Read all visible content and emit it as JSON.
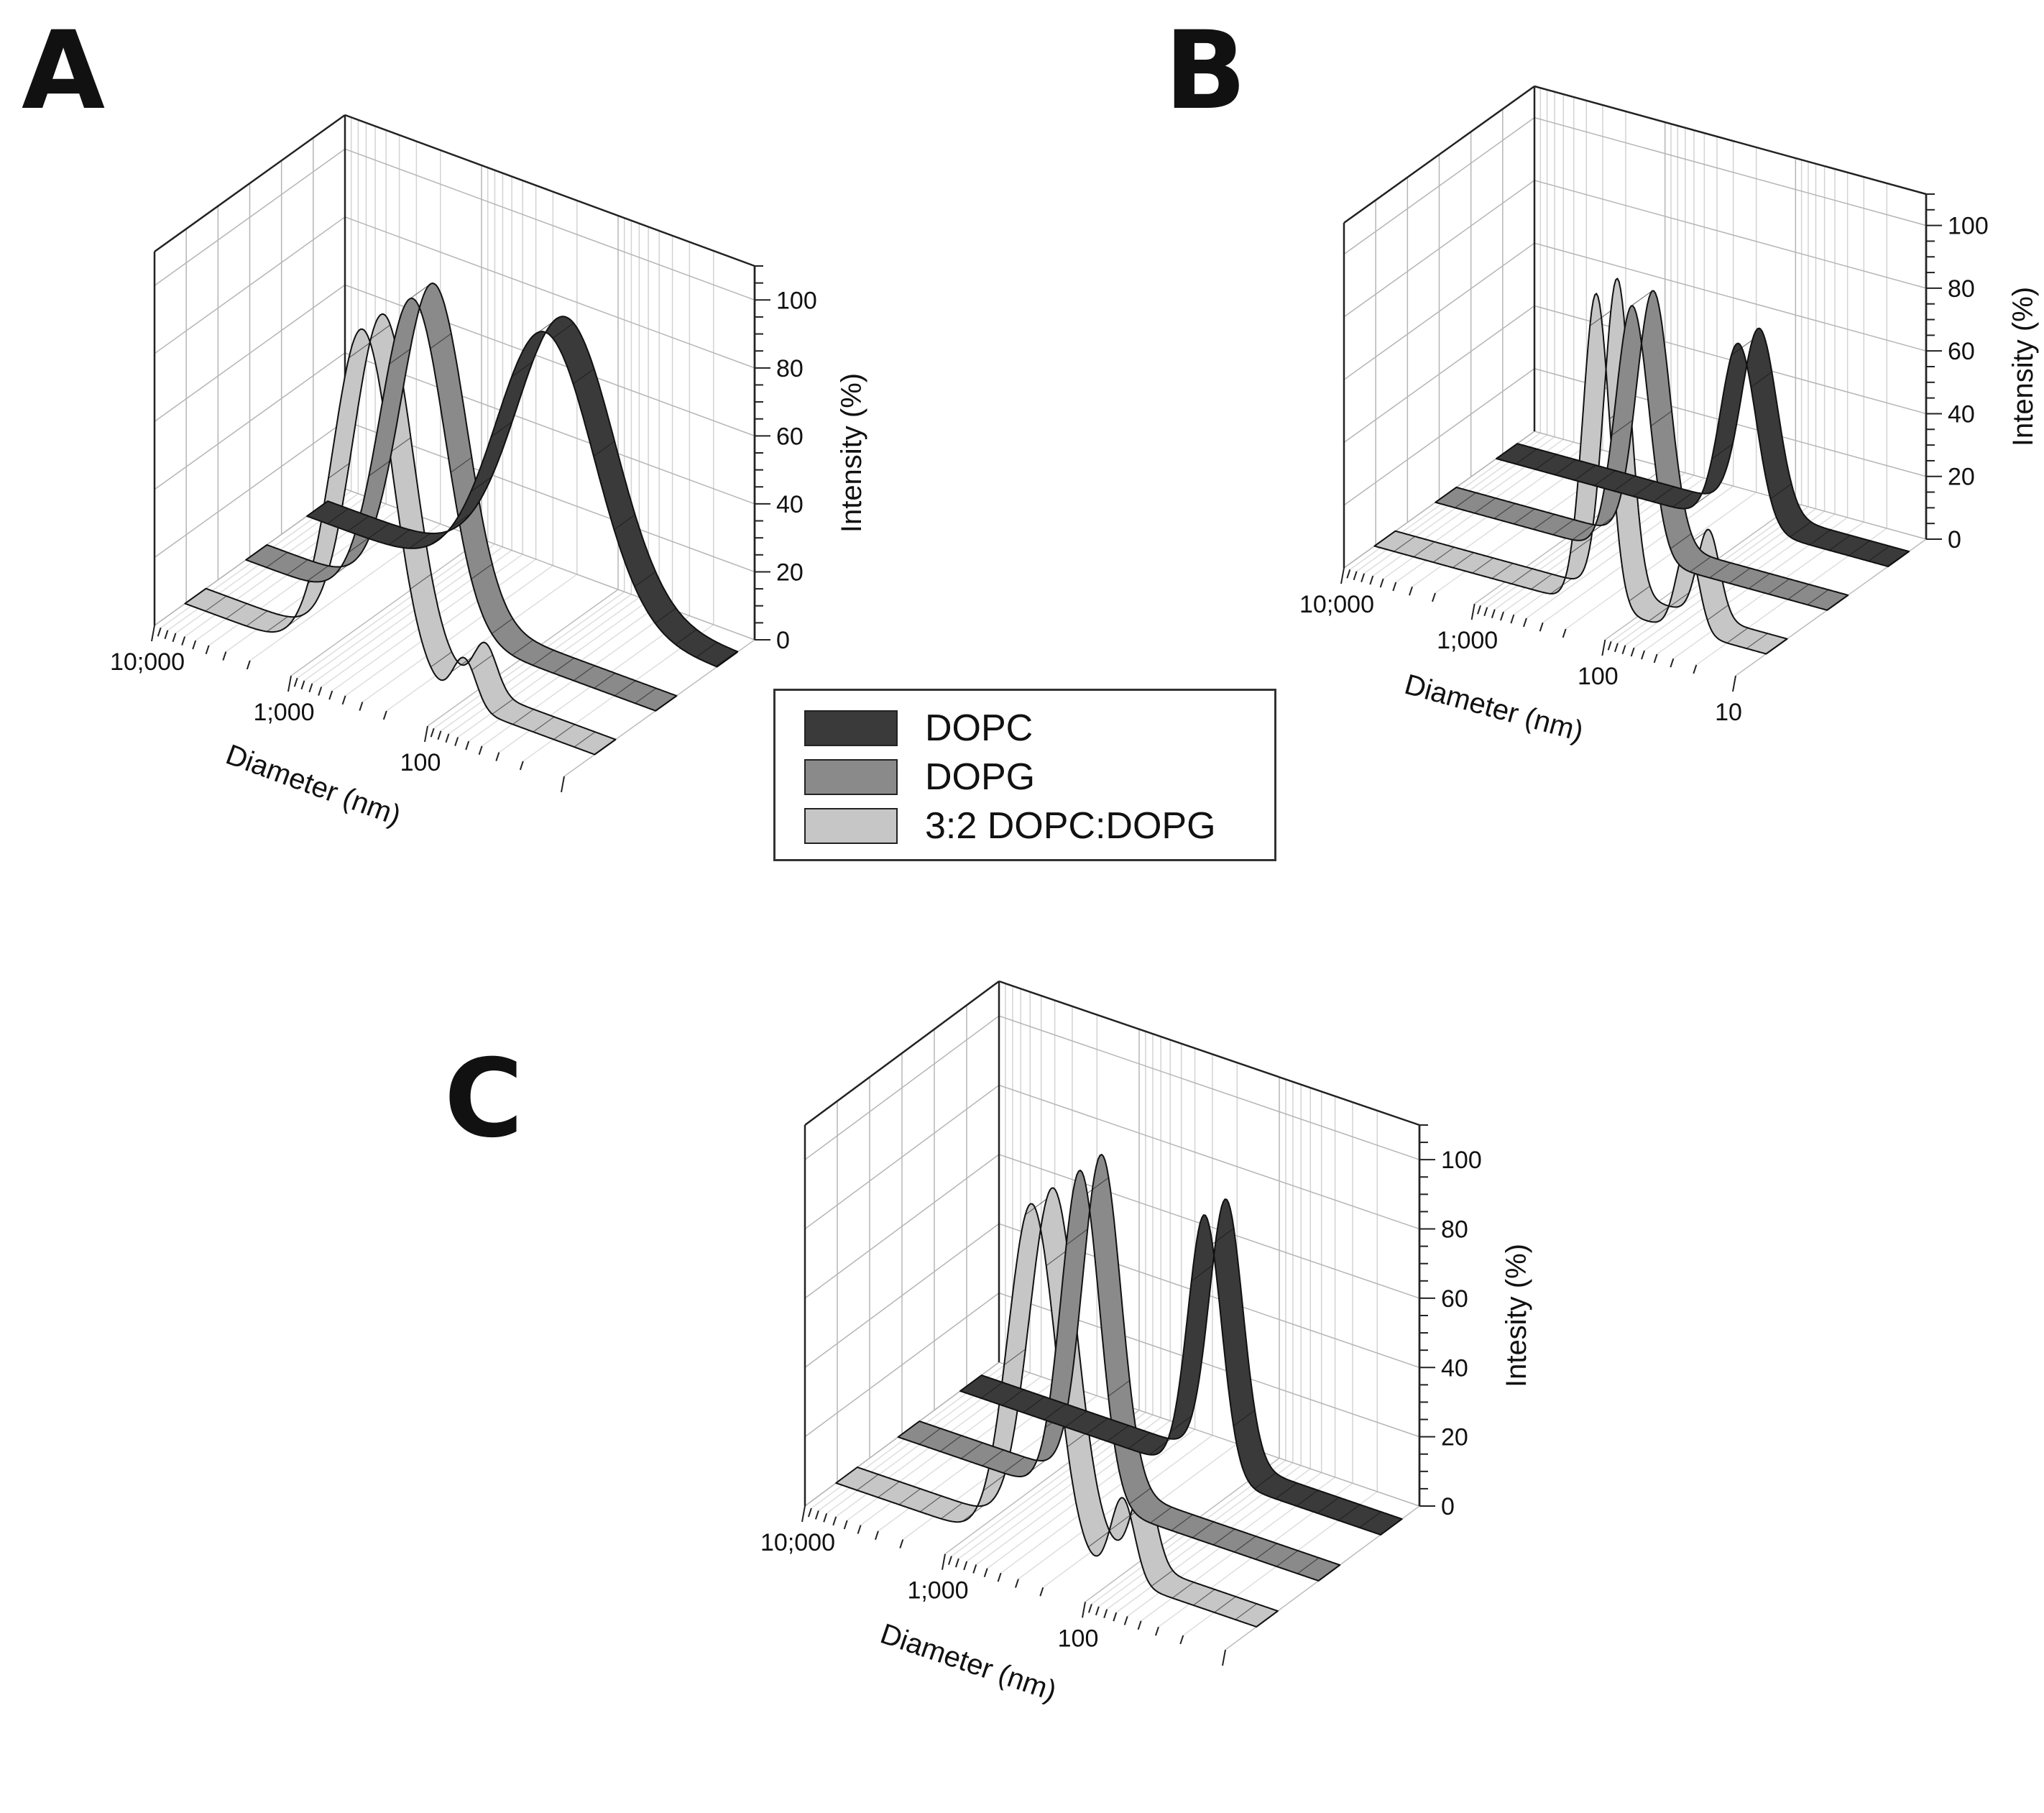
{
  "figure": {
    "legend": [
      {
        "label": "DOPC",
        "color": "#3a3a3a"
      },
      {
        "label": "DOPG",
        "color": "#8a8a8a"
      },
      {
        "label": "3:2 DOPC:DOPG",
        "color": "#c6c6c6"
      }
    ]
  },
  "chart_data": [
    {
      "type": "area",
      "panel": "A",
      "view": "3d-waterfall",
      "xlabel": "Diameter (nm)",
      "zlabel": "Intensity (%)",
      "x_scale": "log",
      "x_tick_labels": [
        "10;000",
        "1;000",
        "100"
      ],
      "z_tick_labels": [
        "0",
        "20",
        "40",
        "60",
        "80",
        "100"
      ],
      "zlim": [
        0,
        100
      ],
      "grid": true,
      "series": [
        {
          "name": "DOPC",
          "color": "#3a3a3a",
          "peaks": [
            {
              "center_nm": 180,
              "width_decades": 0.42,
              "height": 80
            }
          ]
        },
        {
          "name": "DOPG",
          "color": "#8a8a8a",
          "peaks": [
            {
              "center_nm": 600,
              "width_decades": 0.28,
              "height": 95
            }
          ]
        },
        {
          "name": "3:2 DOPC:DOPG",
          "color": "#c6c6c6",
          "peaks": [
            {
              "center_nm": 500,
              "width_decades": 0.26,
              "height": 100
            },
            {
              "center_nm": 90,
              "width_decades": 0.1,
              "height": 14
            }
          ]
        }
      ]
    },
    {
      "type": "area",
      "panel": "B",
      "view": "3d-waterfall",
      "xlabel": "Diameter (nm)",
      "zlabel": "Intensity (%)",
      "x_scale": "log",
      "x_tick_labels": [
        "10;000",
        "1;000",
        "100",
        "10"
      ],
      "z_tick_labels": [
        "0",
        "20",
        "40",
        "60",
        "80",
        "100"
      ],
      "zlim": [
        0,
        100
      ],
      "grid": true,
      "series": [
        {
          "name": "DOPC",
          "color": "#3a3a3a",
          "peaks": [
            {
              "center_nm": 140,
              "width_decades": 0.16,
              "height": 58
            }
          ]
        },
        {
          "name": "DOPG",
          "color": "#8a8a8a",
          "peaks": [
            {
              "center_nm": 310,
              "width_decades": 0.15,
              "height": 80
            }
          ]
        },
        {
          "name": "3:2 DOPC:DOPG",
          "color": "#c6c6c6",
          "peaks": [
            {
              "center_nm": 200,
              "width_decades": 0.12,
              "height": 100
            },
            {
              "center_nm": 40,
              "width_decades": 0.1,
              "height": 28
            }
          ]
        }
      ]
    },
    {
      "type": "area",
      "panel": "C",
      "view": "3d-waterfall",
      "xlabel": "Diameter (nm)",
      "zlabel": "Intesity (%)",
      "x_scale": "log",
      "x_tick_labels": [
        "10;000",
        "1;000",
        "100"
      ],
      "z_tick_labels": [
        "0",
        "20",
        "40",
        "60",
        "80",
        "100"
      ],
      "zlim": [
        0,
        100
      ],
      "grid": true,
      "series": [
        {
          "name": "DOPC",
          "color": "#3a3a3a",
          "peaks": [
            {
              "center_nm": 180,
              "width_decades": 0.14,
              "height": 75
            }
          ]
        },
        {
          "name": "DOPG",
          "color": "#8a8a8a",
          "peaks": [
            {
              "center_nm": 500,
              "width_decades": 0.16,
              "height": 95
            }
          ]
        },
        {
          "name": "3:2 DOPC:DOPG",
          "color": "#c6c6c6",
          "peaks": [
            {
              "center_nm": 400,
              "width_decades": 0.2,
              "height": 100
            },
            {
              "center_nm": 90,
              "width_decades": 0.1,
              "height": 24
            }
          ]
        }
      ]
    }
  ]
}
